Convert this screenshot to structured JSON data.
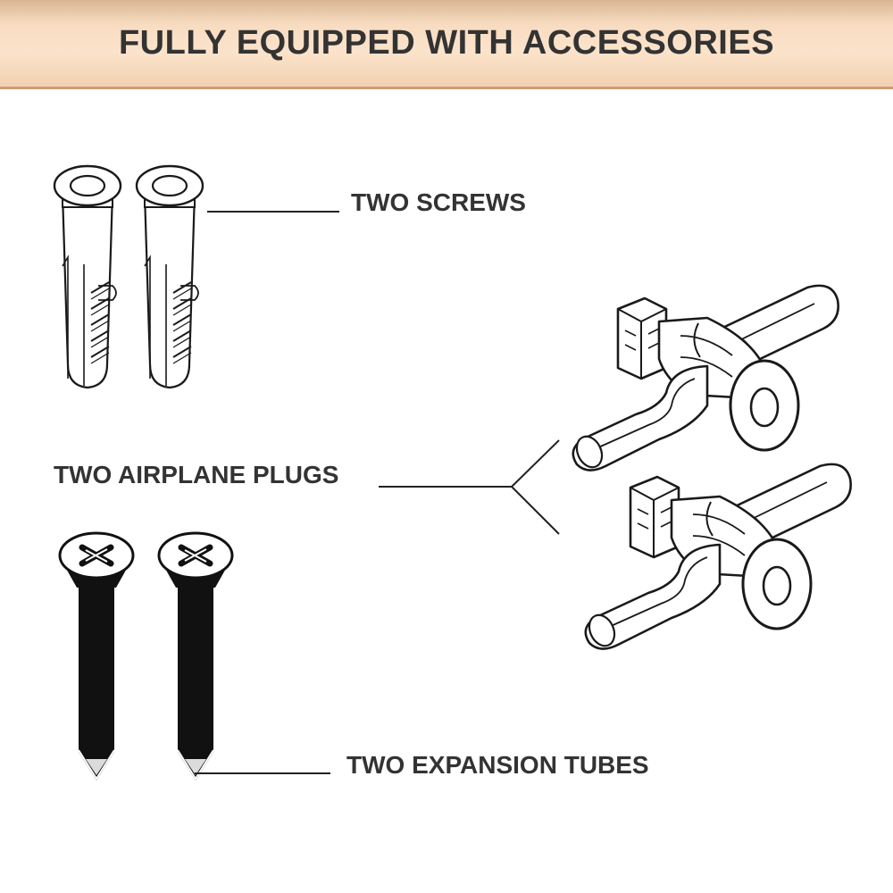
{
  "banner": {
    "title": "FULLY EQUIPPED WITH ACCESSORIES"
  },
  "labels": {
    "screws": "TWO SCREWS",
    "airplane_plugs": "TWO AIRPLANE PLUGS",
    "expansion_tubes": "TWO EXPANSION TUBES"
  },
  "colors": {
    "banner_top": "#d9b592",
    "banner_mid": "#fbe3cb",
    "banner_border": "#c79d77",
    "text": "#333333",
    "line": "#222222"
  },
  "icons": [
    "wall-anchor-icon",
    "airplane-plug-icon",
    "screw-icon"
  ]
}
